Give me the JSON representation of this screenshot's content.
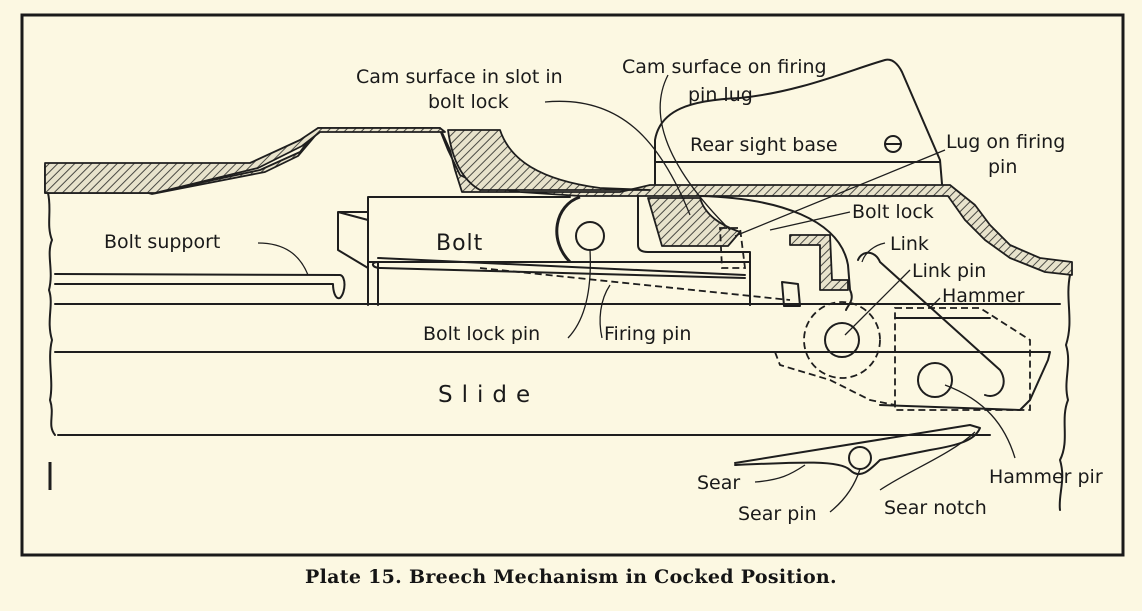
{
  "plate": {
    "caption": "Plate 15.  Breech Mechanism in Cocked Position.",
    "colors": {
      "paper": "#fcf8e2",
      "ink": "#1e1e1e"
    }
  },
  "labels": {
    "cam_slot_line1": "Cam surface in slot in",
    "cam_slot_line2": "bolt lock",
    "cam_lug_line1": "Cam surface on firing",
    "cam_lug_line2": "pin lug",
    "rear_sight_base": "Rear sight base",
    "lug_firing_pin_line1": "Lug on firing",
    "lug_firing_pin_line2": "pin",
    "bolt_lock": "Bolt lock",
    "link": "Link",
    "link_pin": "Link pin",
    "hammer": "Hammer",
    "bolt_support": "Bolt support",
    "bolt": "Bolt",
    "bolt_lock_pin": "Bolt lock pin",
    "firing_pin": "Firing pin",
    "slide": "Slide",
    "sear": "Sear",
    "sear_pin": "Sear pin",
    "sear_notch": "Sear notch",
    "hammer_pin": "Hammer pir"
  }
}
